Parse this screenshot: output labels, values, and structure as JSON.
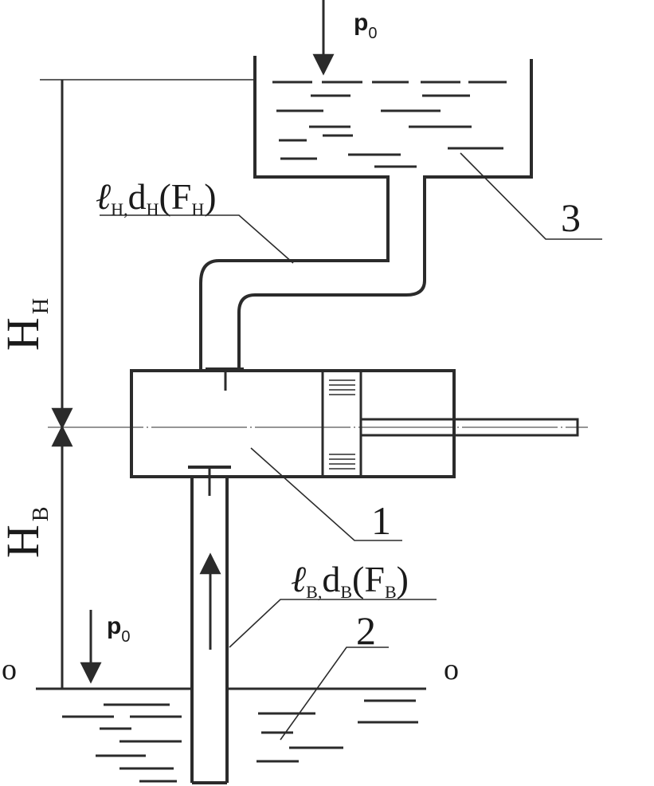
{
  "diagram": {
    "pressure_symbol": "p",
    "pressure_subscript": "0",
    "pump_label": "1",
    "lower_reservoir_label": "2",
    "upper_tank_label": "3",
    "discharge_pipe": {
      "length_symbol": "ℓ",
      "diameter_symbol": "d",
      "area_symbol": "F",
      "subscript": "Н",
      "separator": ","
    },
    "suction_pipe": {
      "length_symbol": "ℓ",
      "diameter_symbol": "d",
      "area_symbol": "F",
      "subscript": "В",
      "separator": ","
    },
    "discharge_height": {
      "symbol": "H",
      "subscript": "Н"
    },
    "suction_height": {
      "symbol": "H",
      "subscript": "В"
    },
    "datum_left": "o",
    "datum_right": "o"
  }
}
